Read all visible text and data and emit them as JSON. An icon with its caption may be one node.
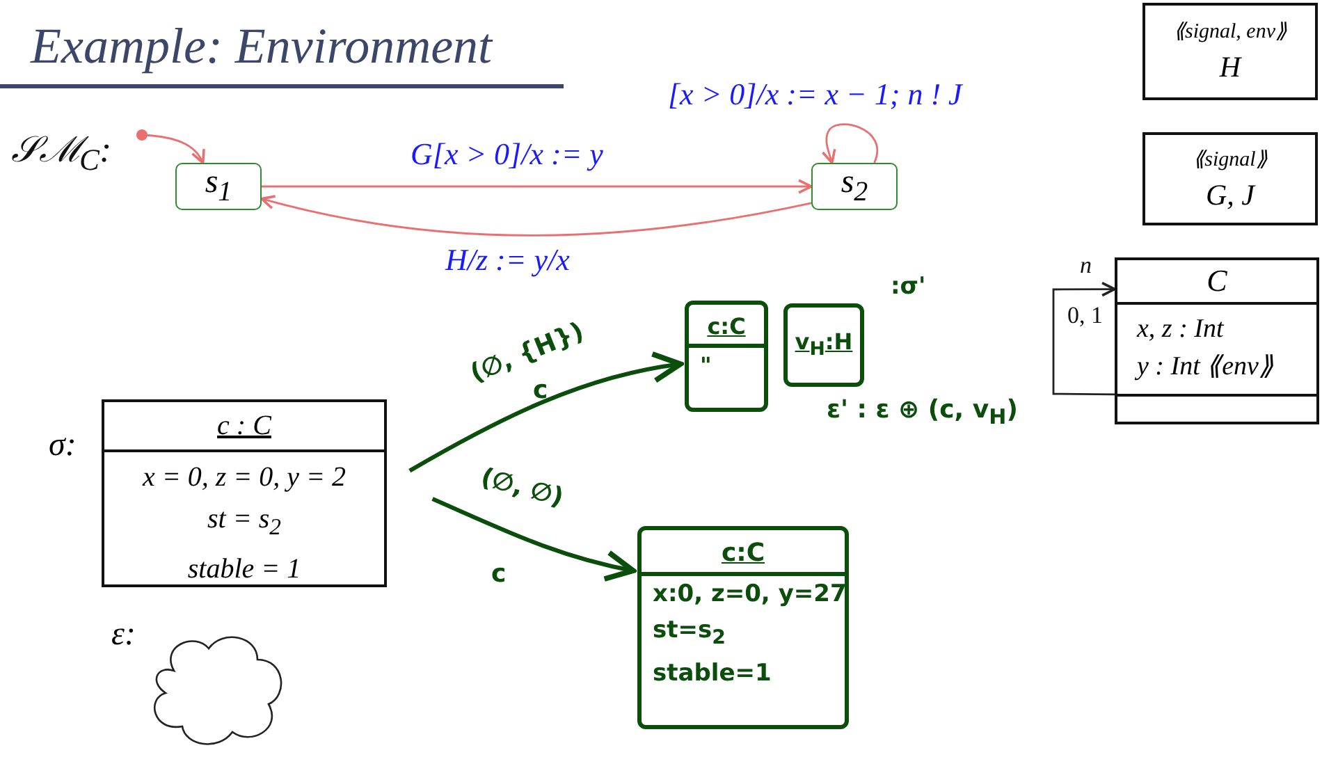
{
  "diagram": {
    "title": "Example: Environment",
    "nodes": [
      {
        "text": [],
        "shape": "circle"
      },
      {
        "text": [
          "s$_{1}$"
        ]
      },
      {
        "text": [
          "s$_{2}$"
        ]
      },
      {
        "text": [
          "⟪signal, env⟫",
          "H"
        ]
      },
      {
        "text": [
          "⟪signal⟫",
          "G, J"
        ]
      },
      {
        "text": [
          "C",
          "x, z : Int",
          "y : Int ⟪env⟫"
        ]
      },
      {
        "text": [
          "c : C",
          "x = 0, z = 0, y = 2",
          "st = s$_{2}$",
          "stable = 1"
        ],
        "beside": [
          "σ:"
        ]
      },
      {
        "text": [],
        "shape": "cloud",
        "beside": [
          "ε:"
        ]
      },
      {
        "text": [
          "c:C",
          "\""
        ]
      },
      {
        "text": [
          "v$_{H}$:H"
        ]
      },
      {
        "text": [
          "c:C",
          "x:0, z=0, y=27",
          "st=s$_{2}$",
          "stable=1"
        ]
      }
    ],
    "edges": [
      {
        "from": 0,
        "to": 1,
        "arrow": "to",
        "color": "#e87070"
      },
      {
        "from": 1,
        "to": 2,
        "arrow": "to",
        "label": "G[x > 0]/x := y",
        "color": "#e87070"
      },
      {
        "from": 2,
        "to": 1,
        "arrow": "to",
        "label": "H/z := y/x",
        "color": "#e87070"
      },
      {
        "from": 2,
        "to": 2,
        "arrow": "to",
        "label": "[x > 0]/x := x − 1; n ! J",
        "color": "#e87070"
      },
      {
        "from": 5,
        "to": 5,
        "arrow": "to",
        "label": "n",
        "color": "#222222"
      },
      {
        "from": 6,
        "to": 8,
        "arrow": "to",
        "label": "(∅, {H})",
        "style": "thick",
        "color": "#0b4d0b"
      },
      {
        "from": 6,
        "to": 10,
        "arrow": "to",
        "label": "(∅, ∅)",
        "style": "thick",
        "color": "#0b4d0b"
      }
    ],
    "labels": [
      "𝒮ℳ$_{C}$:",
      "0, 1",
      ":σ'",
      "ε' : ε ⊕ (c, v$_{H}$)",
      "c",
      "c"
    ]
  }
}
